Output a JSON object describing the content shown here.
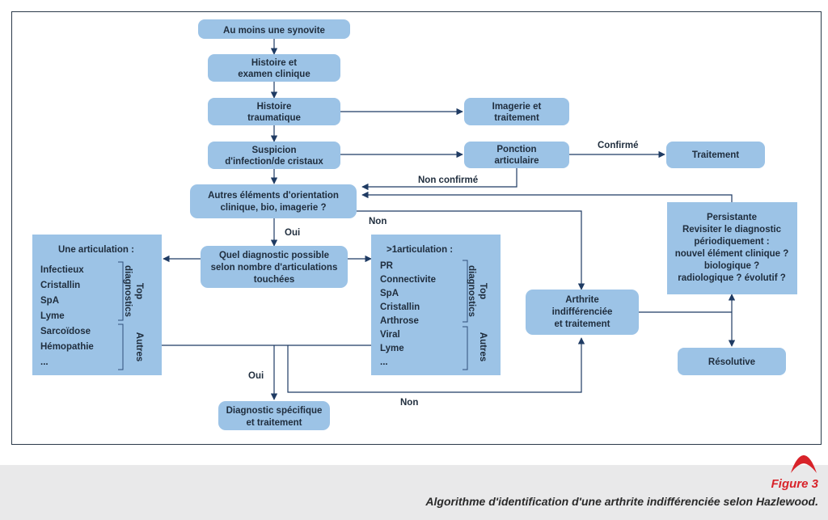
{
  "nodes": {
    "synovite": [
      "Au moins une synovite"
    ],
    "histoire": [
      "Histoire et",
      "examen clinique"
    ],
    "traumatique": [
      "Histoire",
      "traumatique"
    ],
    "imagerie": [
      "Imagerie et",
      "traitement"
    ],
    "suspicion": [
      "Suspicion",
      "d'infection/de cristaux"
    ],
    "ponction": [
      "Ponction",
      "articulaire"
    ],
    "traitement": [
      "Traitement"
    ],
    "autres_elements": [
      "Autres éléments d'orientation",
      "clinique, bio, imagerie ?"
    ],
    "quel_diagnostic": [
      "Quel diagnostic possible",
      "selon nombre d'articulations",
      "touchées"
    ],
    "arthrite": [
      "Arthrite",
      "indifférenciée",
      "et traitement"
    ],
    "persistante": [
      "Persistante",
      "Revisiter le diagnostic",
      "périodiquement :",
      "nouvel élément clinique ?",
      "biologique ?",
      "radiologique ? évolutif ?"
    ],
    "resolutive": [
      "Résolutive"
    ],
    "diagnostic_specifique": [
      "Diagnostic spécifique",
      "et traitement"
    ]
  },
  "une_articulation": {
    "title": "Une articulation :",
    "top": [
      "Infectieux",
      "Cristallin",
      "SpA",
      "Lyme"
    ],
    "autres": [
      "Sarcoïdose",
      "Hémopathie",
      "..."
    ]
  },
  "plus_articulation": {
    "title": ">1articulation :",
    "top": [
      "PR",
      "Connectivite",
      "SpA",
      "Cristallin",
      "Arthrose"
    ],
    "autres": [
      "Viral",
      "Lyme",
      "..."
    ]
  },
  "group_labels": {
    "top": [
      "Top",
      "diagnostics"
    ],
    "autres": "Autres"
  },
  "edge_labels": {
    "confirme": "Confirmé",
    "non_confirme": "Non confirmé",
    "oui_1": "Oui",
    "non_1": "Non",
    "oui_2": "Oui",
    "non_2": "Non"
  },
  "caption": {
    "number": "Figure 3",
    "text": "Algorithme d'identification d'une arthrite indifférenciée selon Hazlewood."
  },
  "colors": {
    "node_fill": "#9cc3e6",
    "edge": "#1f3b63",
    "caption_accent": "#d8232a"
  }
}
